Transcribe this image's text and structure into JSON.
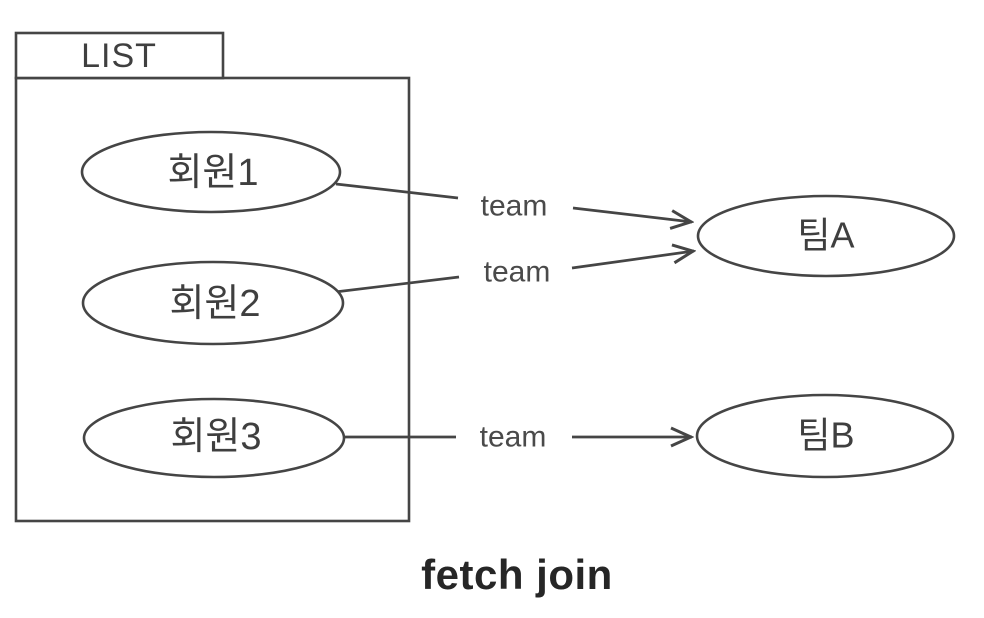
{
  "figure": {
    "caption": "fetch join",
    "list_box": {
      "label": "LIST"
    },
    "members": [
      {
        "label": "회원1"
      },
      {
        "label": "회원2"
      },
      {
        "label": "회원3"
      }
    ],
    "teams": [
      {
        "label": "팀A"
      },
      {
        "label": "팀B"
      }
    ],
    "edges": [
      {
        "from": "회원1",
        "label": "team",
        "to": "팀A"
      },
      {
        "from": "회원2",
        "label": "team",
        "to": "팀A"
      },
      {
        "from": "회원3",
        "label": "team",
        "to": "팀B"
      }
    ],
    "colors": {
      "stroke": "#454545",
      "label_text": "#3f3f3f",
      "edge_label_text": "#4a4a4a",
      "caption_text": "#262626",
      "background": "#ffffff"
    }
  }
}
